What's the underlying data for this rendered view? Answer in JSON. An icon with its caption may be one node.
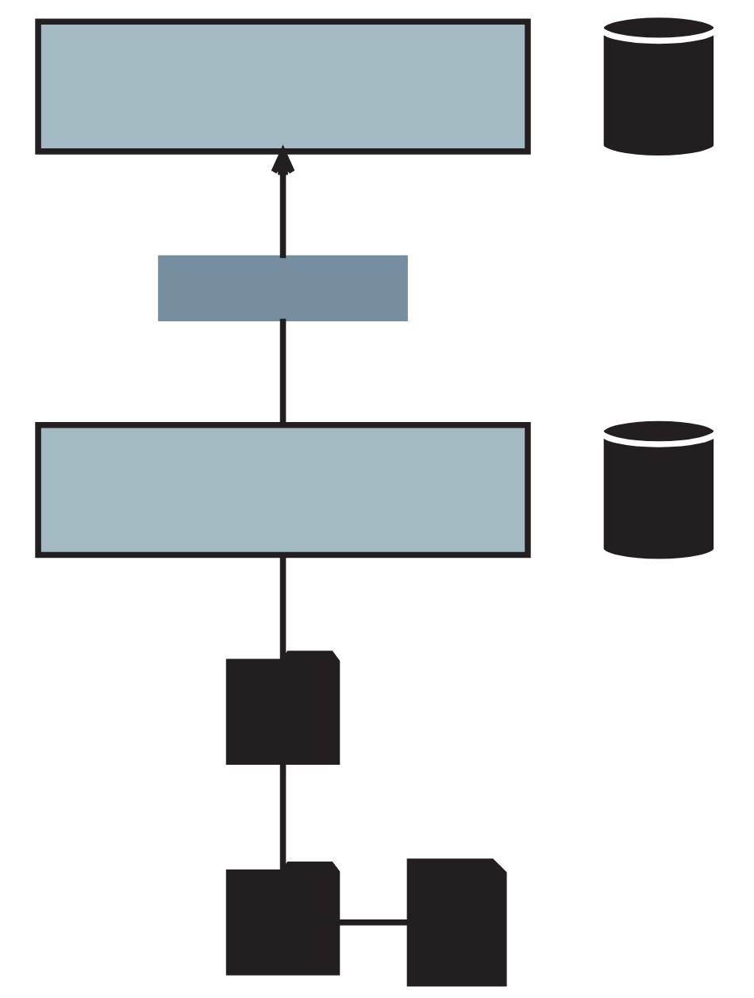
{
  "diagram": {
    "nodes": [
      {
        "text": [],
        "shape": "box"
      },
      {
        "text": [],
        "shape": "cylinder"
      },
      {
        "text": [],
        "shape": "bar"
      },
      {
        "text": [],
        "shape": "box"
      },
      {
        "text": [],
        "shape": "cylinder"
      },
      {
        "text": [],
        "shape": "folder"
      },
      {
        "text": [],
        "shape": "folder"
      },
      {
        "text": [],
        "shape": "document"
      }
    ],
    "edges": [
      {
        "from": 2,
        "to": 0,
        "arrow": "to"
      },
      {
        "from": 3,
        "to": 2,
        "arrow": "none"
      },
      {
        "from": 5,
        "to": 3,
        "arrow": "none"
      },
      {
        "from": 6,
        "to": 5,
        "arrow": "none"
      },
      {
        "from": 7,
        "to": 6,
        "arrow": "none"
      }
    ]
  }
}
